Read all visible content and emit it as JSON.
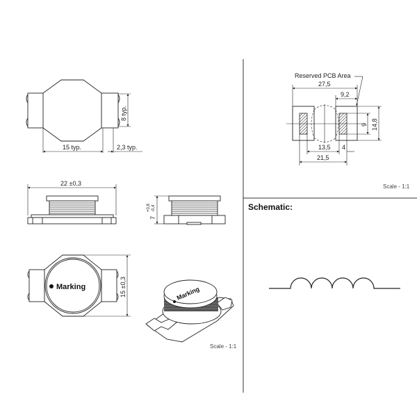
{
  "top_view": {
    "width_label": "15 typ.",
    "terminal_label": "2,3 typ.",
    "height_label": "8 typ."
  },
  "side_view": {
    "length_label": "22 ±0,3",
    "height_label": "7",
    "tol_plus": "+0,8",
    "tol_minus": "-0,4"
  },
  "bottom_view": {
    "marking": "Marking",
    "height_label": "15 ±0,3"
  },
  "scale_left": "Scale - 1:1",
  "pcb": {
    "title": "Reserved PCB Area",
    "dims": {
      "overall": "27,5",
      "pad_area": "9,2",
      "pad_height": "9",
      "area_height": "14,8",
      "inner": "13,5",
      "pad_width": "4",
      "outer": "21,5"
    },
    "scale": "Scale - 1:1"
  },
  "schematic": {
    "title": "Schematic:"
  }
}
